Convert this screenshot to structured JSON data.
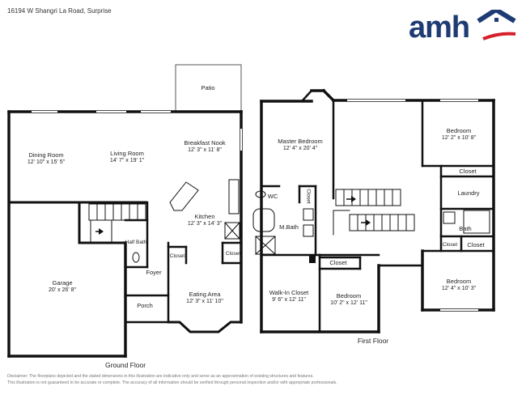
{
  "header": {
    "address": "16194 W Shangri La Road, Surprise"
  },
  "logo": {
    "text": "amh",
    "colors": {
      "text": "#1f3b73",
      "swoosh": "#d6202b"
    }
  },
  "rooms": {
    "patio": {
      "name": "Patio"
    },
    "dining": {
      "name": "Dining Room",
      "dims": "12' 10\" x 15' 5\""
    },
    "living": {
      "name": "Living Room",
      "dims": "14' 7\" x 19' 1\""
    },
    "nook": {
      "name": "Breakfast Nook",
      "dims": "12' 3\" x 11' 8\""
    },
    "kitchen": {
      "name": "Kitchen",
      "dims": "12' 3\" x 14' 3\""
    },
    "half_bath": {
      "name": "Half Bath"
    },
    "garage": {
      "name": "Garage",
      "dims": "20' x 26' 8\""
    },
    "foyer": {
      "name": "Foyer"
    },
    "closet_kitchen_a": {
      "name": "Closet"
    },
    "closet_kitchen_b": {
      "name": "Closet"
    },
    "porch": {
      "name": "Porch"
    },
    "eating": {
      "name": "Eating Area",
      "dims": "12' 3\" x 11' 10\""
    },
    "master": {
      "name": "Master Bedroom",
      "dims": "12' 4\" x 20' 4\""
    },
    "wc": {
      "name": "WC"
    },
    "closet_master": {
      "name": "Closet"
    },
    "mbath": {
      "name": "M.Bath"
    },
    "walkin": {
      "name": "Walk-In Closet",
      "dims": "9' 6\" x 12' 11\""
    },
    "closet_bed3": {
      "name": "Closet"
    },
    "bedroom3": {
      "name": "Bedroom",
      "dims": "10' 2\" x 12' 11\""
    },
    "bedroom1": {
      "name": "Bedroom",
      "dims": "12' 2\" x 10' 8\""
    },
    "closet_bed1": {
      "name": "Closet"
    },
    "laundry": {
      "name": "Laundry"
    },
    "bath": {
      "name": "Bath"
    },
    "closet_small": {
      "name": "Closet"
    },
    "closet_bed2": {
      "name": "Closet"
    },
    "bedroom2": {
      "name": "Bedroom",
      "dims": "12' 4\" x 10' 3\""
    }
  },
  "floors": {
    "ground": "Ground Floor",
    "first": "First Floor"
  },
  "disclaimer": {
    "line1": "Disclaimer: The floorplans depicted and the stated dimensions in this illustration are indicative only and serve as an approximation of existing structures and features.",
    "line2": "This illustration is not guaranteed to be accurate or complete. The accuracy of all information should be verified through personal inspection and/or with appropriate professionals."
  }
}
